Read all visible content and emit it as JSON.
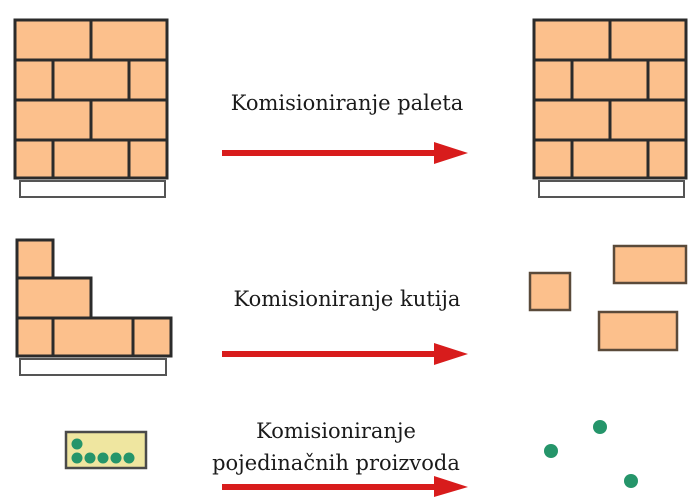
{
  "labels": {
    "pallet_picking": "Komisioniranje paleta",
    "box_picking": "Komisioniranje kutija",
    "item_picking_line1": "Komisioniranje",
    "item_picking_line2": "pojedinačnih proizvoda"
  },
  "colors": {
    "brick": "#fcc08c",
    "mortar": "#2b2b2b",
    "arrow": "#d81c1c",
    "item_dot": "#25956a",
    "container": "#efe6a0"
  },
  "icons": [
    "full-pallet-icon",
    "partial-pallet-icon",
    "box-icon",
    "product-container-icon",
    "product-item-icon",
    "arrow-icon"
  ]
}
